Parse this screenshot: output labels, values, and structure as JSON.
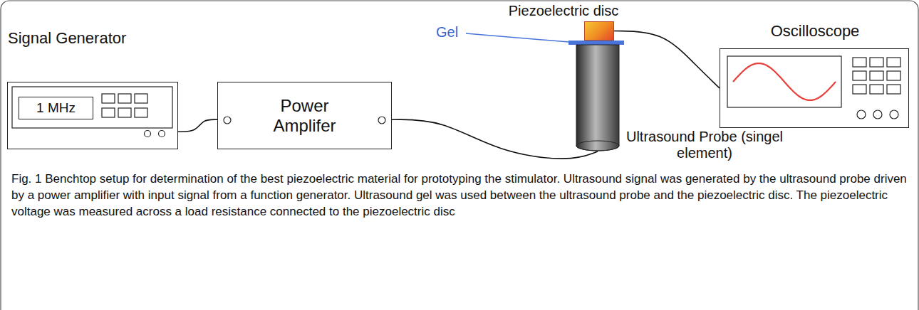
{
  "diagram": {
    "caption": "Fig. 1 Benchtop setup for determination of the best piezoelectric material for prototyping the stimulator. Ultrasound signal was generated by the ultrasound probe driven by a power amplifier with input signal from a function generator. Ultrasound gel was used between the ultrasound probe and the piezoelectric disc. The piezoelectric voltage was measured across a load resistance connected to the piezoelectric disc",
    "nodes": [
      {
        "text": [
          "Signal Generator"
        ]
      },
      {
        "text": [
          "1 MHz"
        ],
        "in": 0
      },
      {
        "text": [
          "Power Amplifer"
        ]
      },
      {
        "text": [
          "Piezoelectric disc"
        ]
      },
      {
        "text": [
          "Ultrasound Probe (singel element)"
        ]
      },
      {
        "text": [
          "Oscilloscope"
        ]
      }
    ],
    "edges": [
      {
        "from": 0,
        "to": 2,
        "arrow": "none"
      },
      {
        "from": 2,
        "to": 4,
        "arrow": "none"
      },
      {
        "from": 3,
        "to": 5,
        "arrow": "none"
      }
    ],
    "labels": [
      "Gel"
    ]
  }
}
